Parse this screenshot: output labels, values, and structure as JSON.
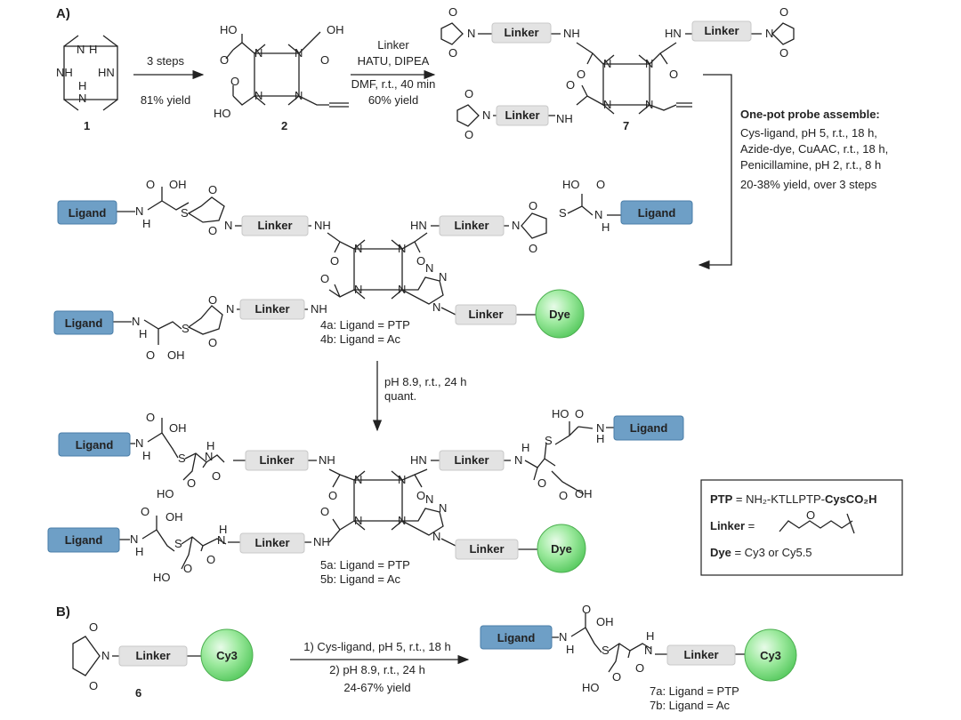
{
  "panels": {
    "a": "A)",
    "b": "B)"
  },
  "compounds": {
    "c1": "1",
    "c2": "2",
    "c7": "7",
    "c6": "6",
    "c4a": "4a: Ligand = PTP",
    "c4b": "4b: Ligand = Ac",
    "c5a": "5a: Ligand = PTP",
    "c5b": "5b: Ligand = Ac",
    "c7a": "7a: Ligand = PTP",
    "c7b": "7b: Ligand = Ac"
  },
  "labels": {
    "ligand": "Ligand",
    "linker": "Linker",
    "dye": "Dye",
    "cy3": "Cy3"
  },
  "steps": {
    "s1_top": "3 steps",
    "s1_bottom": "81% yield",
    "s2_line1": "Linker",
    "s2_line2": "HATU, DIPEA",
    "s2_line3": "DMF, r.t., 40 min",
    "s2_line4": "60% yield",
    "onepot_title": "One-pot probe assemble:",
    "onepot_1": "Cys-ligand, pH 5, r.t., 18 h,",
    "onepot_2": "Azide-dye, CuAAC, r.t., 18 h,",
    "onepot_3": "Penicillamine, pH 2, r.t., 8 h",
    "onepot_4": "20-38% yield, over 3 steps",
    "s3_line1": "pH 8.9, r.t., 24 h",
    "s3_line2": "quant.",
    "b_line1": "1) Cys-ligand, pH 5, r.t., 18 h",
    "b_line2": "2) pH 8.9, r.t., 24 h",
    "b_line3": "24-67% yield"
  },
  "legend": {
    "ptp_key": "PTP",
    "ptp_val": " = NH₂-KTLLPTP-",
    "ptp_bold": "CysCO₂H",
    "linker_key": "Linker",
    "linker_val": " =",
    "dye_key": "Dye",
    "dye_val": " = Cy3 or Cy5.5"
  },
  "colors": {
    "ligand_box": "#6e9fc6",
    "linker_box": "#e3e3e3",
    "dye_sphere": "#7ee08a"
  }
}
